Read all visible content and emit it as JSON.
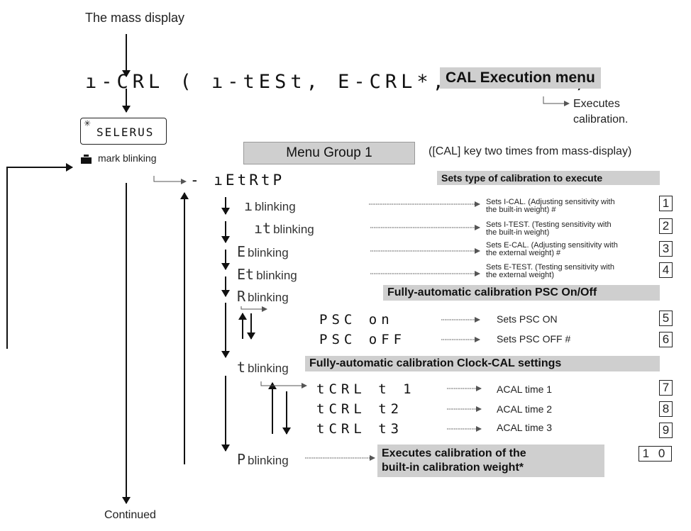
{
  "title": "The mass display",
  "continued": "Continued",
  "cal_line": {
    "display": "ı-CRL  ( ı-tESt, E-CRL*, E-tESt )",
    "menu_label": "CAL Execution menu",
    "executes": [
      "Executes",
      "calibration."
    ]
  },
  "display_panel": {
    "text": "SELERUS",
    "mark_label": "mark blinking"
  },
  "menu_group": {
    "label": "Menu Group 1",
    "note": "([CAL] key two times from mass-display)",
    "entry": "-  ıEtRtP",
    "sets_type": "Sets type of calibration to execute"
  },
  "options": [
    {
      "symbol": "ı",
      "label": "blinking",
      "desc": [
        "Sets I-CAL. (Adjusting sensitivity with",
        "the built-in weight) #"
      ],
      "num": "1"
    },
    {
      "symbol": "ıt",
      "label": "blinking",
      "desc": [
        "Sets I-TEST. (Testing sensitivity with",
        "the built-in weight)"
      ],
      "num": "2"
    },
    {
      "symbol": "E",
      "label": "blinking",
      "desc": [
        "Sets E-CAL. (Adjusting sensitivity with",
        "the external weight) #"
      ],
      "num": "3"
    },
    {
      "symbol": "Et",
      "label": "blinking",
      "desc": [
        "Sets E-TEST. (Testing sensitivity with",
        "the external weight)"
      ],
      "num": "4"
    }
  ],
  "psc": {
    "symbol": "R",
    "label": "blinking",
    "title": "Fully-automatic calibration PSC On/Off",
    "on_display": "PSC    on",
    "on_desc": "Sets PSC ON",
    "on_num": "5",
    "off_display": "PSC   oFF",
    "off_desc": "Sets PSC OFF #",
    "off_num": "6"
  },
  "clock": {
    "symbol": "t",
    "label": "blinking",
    "title": "Fully-automatic calibration Clock-CAL settings",
    "items": [
      {
        "display": "tCRL   t 1",
        "desc": "ACAL time 1",
        "num": "7"
      },
      {
        "display": "tCRL   t2",
        "desc": "ACAL time 2",
        "num": "8"
      },
      {
        "display": "tCRL   t3",
        "desc": "ACAL time 3",
        "num": "9"
      }
    ]
  },
  "pcal": {
    "symbol": "P",
    "label": "blinking",
    "desc": [
      "Executes calibration of the",
      "built-in calibration weight*"
    ],
    "num": "1 0"
  }
}
